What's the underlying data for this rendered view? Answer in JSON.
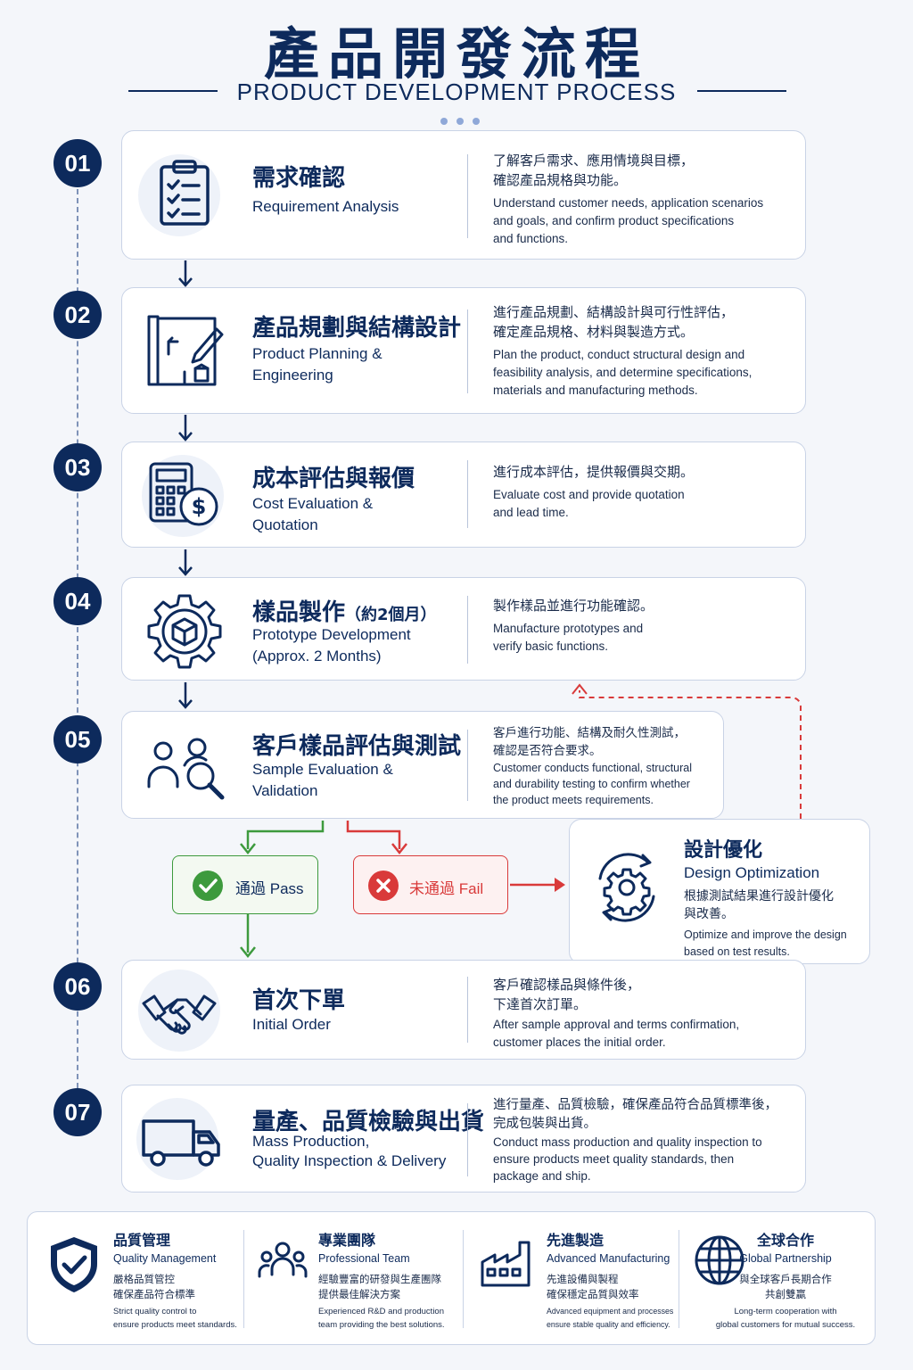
{
  "header": {
    "title": "產品開發流程",
    "subtitle": "PRODUCT DEVELOPMENT PROCESS"
  },
  "steps": [
    {
      "num": "01",
      "cn": "需求確認",
      "en": [
        "Requirement Analysis"
      ],
      "desc_cn": [
        "了解客戶需求、應用情境與目標，",
        "確認產品規格與功能。"
      ],
      "desc_en": [
        "Understand customer needs, application scenarios",
        "and goals, and confirm product specifications",
        "and functions."
      ],
      "icon": "clipboard-checklist-icon"
    },
    {
      "num": "02",
      "cn": "產品規劃與結構設計",
      "en": [
        "Product Planning &",
        "Engineering"
      ],
      "desc_cn": [
        "進行產品規劃、結構設計與可行性評估，",
        "確定產品規格、材料與製造方式。"
      ],
      "desc_en": [
        "Plan the product, conduct structural design and",
        "feasibility analysis, and determine specifications,",
        "materials and manufacturing methods."
      ],
      "icon": "blueprint-pencil-icon"
    },
    {
      "num": "03",
      "cn": "成本評估與報價",
      "en": [
        "Cost Evaluation &",
        "Quotation"
      ],
      "desc_cn": [
        "進行成本評估，提供報價與交期。"
      ],
      "desc_en": [
        "Evaluate cost and provide quotation",
        "and lead time."
      ],
      "icon": "calculator-dollar-icon"
    },
    {
      "num": "04",
      "cn": "樣品製作",
      "cn_note": "（約2個月）",
      "en": [
        "Prototype Development",
        "(Approx. 2 Months)"
      ],
      "desc_cn": [
        "製作樣品並進行功能確認。"
      ],
      "desc_en": [
        "Manufacture prototypes and",
        "verify basic functions."
      ],
      "icon": "gear-cube-icon"
    },
    {
      "num": "05",
      "cn": "客戶樣品評估與測試",
      "en": [
        "Sample Evaluation &",
        "Validation"
      ],
      "desc_cn": [
        "客戶進行功能、結構及耐久性測試，",
        "確認是否符合要求。"
      ],
      "desc_en": [
        "Customer conducts functional, structural",
        "and durability testing to confirm whether",
        "the product meets requirements."
      ],
      "icon": "people-magnifier-icon"
    },
    {
      "num": "06",
      "cn": "首次下單",
      "en": [
        "Initial Order"
      ],
      "desc_cn": [
        "客戶確認樣品與條件後，",
        "下達首次訂單。"
      ],
      "desc_en": [
        "After sample approval and terms confirmation,",
        "customer places the initial order."
      ],
      "icon": "handshake-icon"
    },
    {
      "num": "07",
      "cn": "量產、品質檢驗與出貨",
      "en": [
        "Mass Production,",
        "Quality Inspection & Delivery"
      ],
      "desc_cn": [
        "進行量產、品質檢驗，確保產品符合品質標準後，",
        "完成包裝與出貨。"
      ],
      "desc_en": [
        "Conduct mass production and quality inspection to",
        "ensure products meet quality standards, then",
        "package and ship."
      ],
      "icon": "delivery-truck-icon"
    }
  ],
  "pass": {
    "cn": "通過",
    "en": "Pass"
  },
  "fail": {
    "cn": "未通過",
    "en": "Fail"
  },
  "optimization": {
    "cn": "設計優化",
    "en": "Design Optimization",
    "desc_cn": [
      "根據測試結果進行設計優化",
      "與改善。"
    ],
    "desc_en": [
      "Optimize and improve the design",
      "based on test results."
    ]
  },
  "features": [
    {
      "cn": "品質管理",
      "en": "Quality Management",
      "desc_cn": [
        "嚴格品質管控",
        "確保產品符合標準"
      ],
      "desc_en": [
        "Strict quality control to",
        "ensure products meet standards."
      ],
      "icon": "shield-check-icon"
    },
    {
      "cn": "專業團隊",
      "en": "Professional Team",
      "desc_cn": [
        "經驗豐富的研發與生產團隊",
        "提供最佳解決方案"
      ],
      "desc_en": [
        "Experienced R&D and production",
        "team providing the best solutions."
      ],
      "icon": "team-icon"
    },
    {
      "cn": "先進製造",
      "en": "Advanced Manufacturing",
      "desc_cn": [
        "先進設備與製程",
        "確保穩定品質與效率"
      ],
      "desc_en": [
        "Advanced equipment and processes",
        "ensure stable quality and efficiency."
      ],
      "icon": "factory-icon"
    },
    {
      "cn": "全球合作",
      "en": "Global Partnership",
      "desc_cn": [
        "與全球客戶長期合作",
        "共創雙贏"
      ],
      "desc_en": [
        "Long-term cooperation with",
        "global customers for mutual success."
      ],
      "icon": "globe-icon"
    }
  ],
  "colors": {
    "navy": "#0d2a5c",
    "pass": "#3d9a3d",
    "fail": "#d93a3a"
  }
}
